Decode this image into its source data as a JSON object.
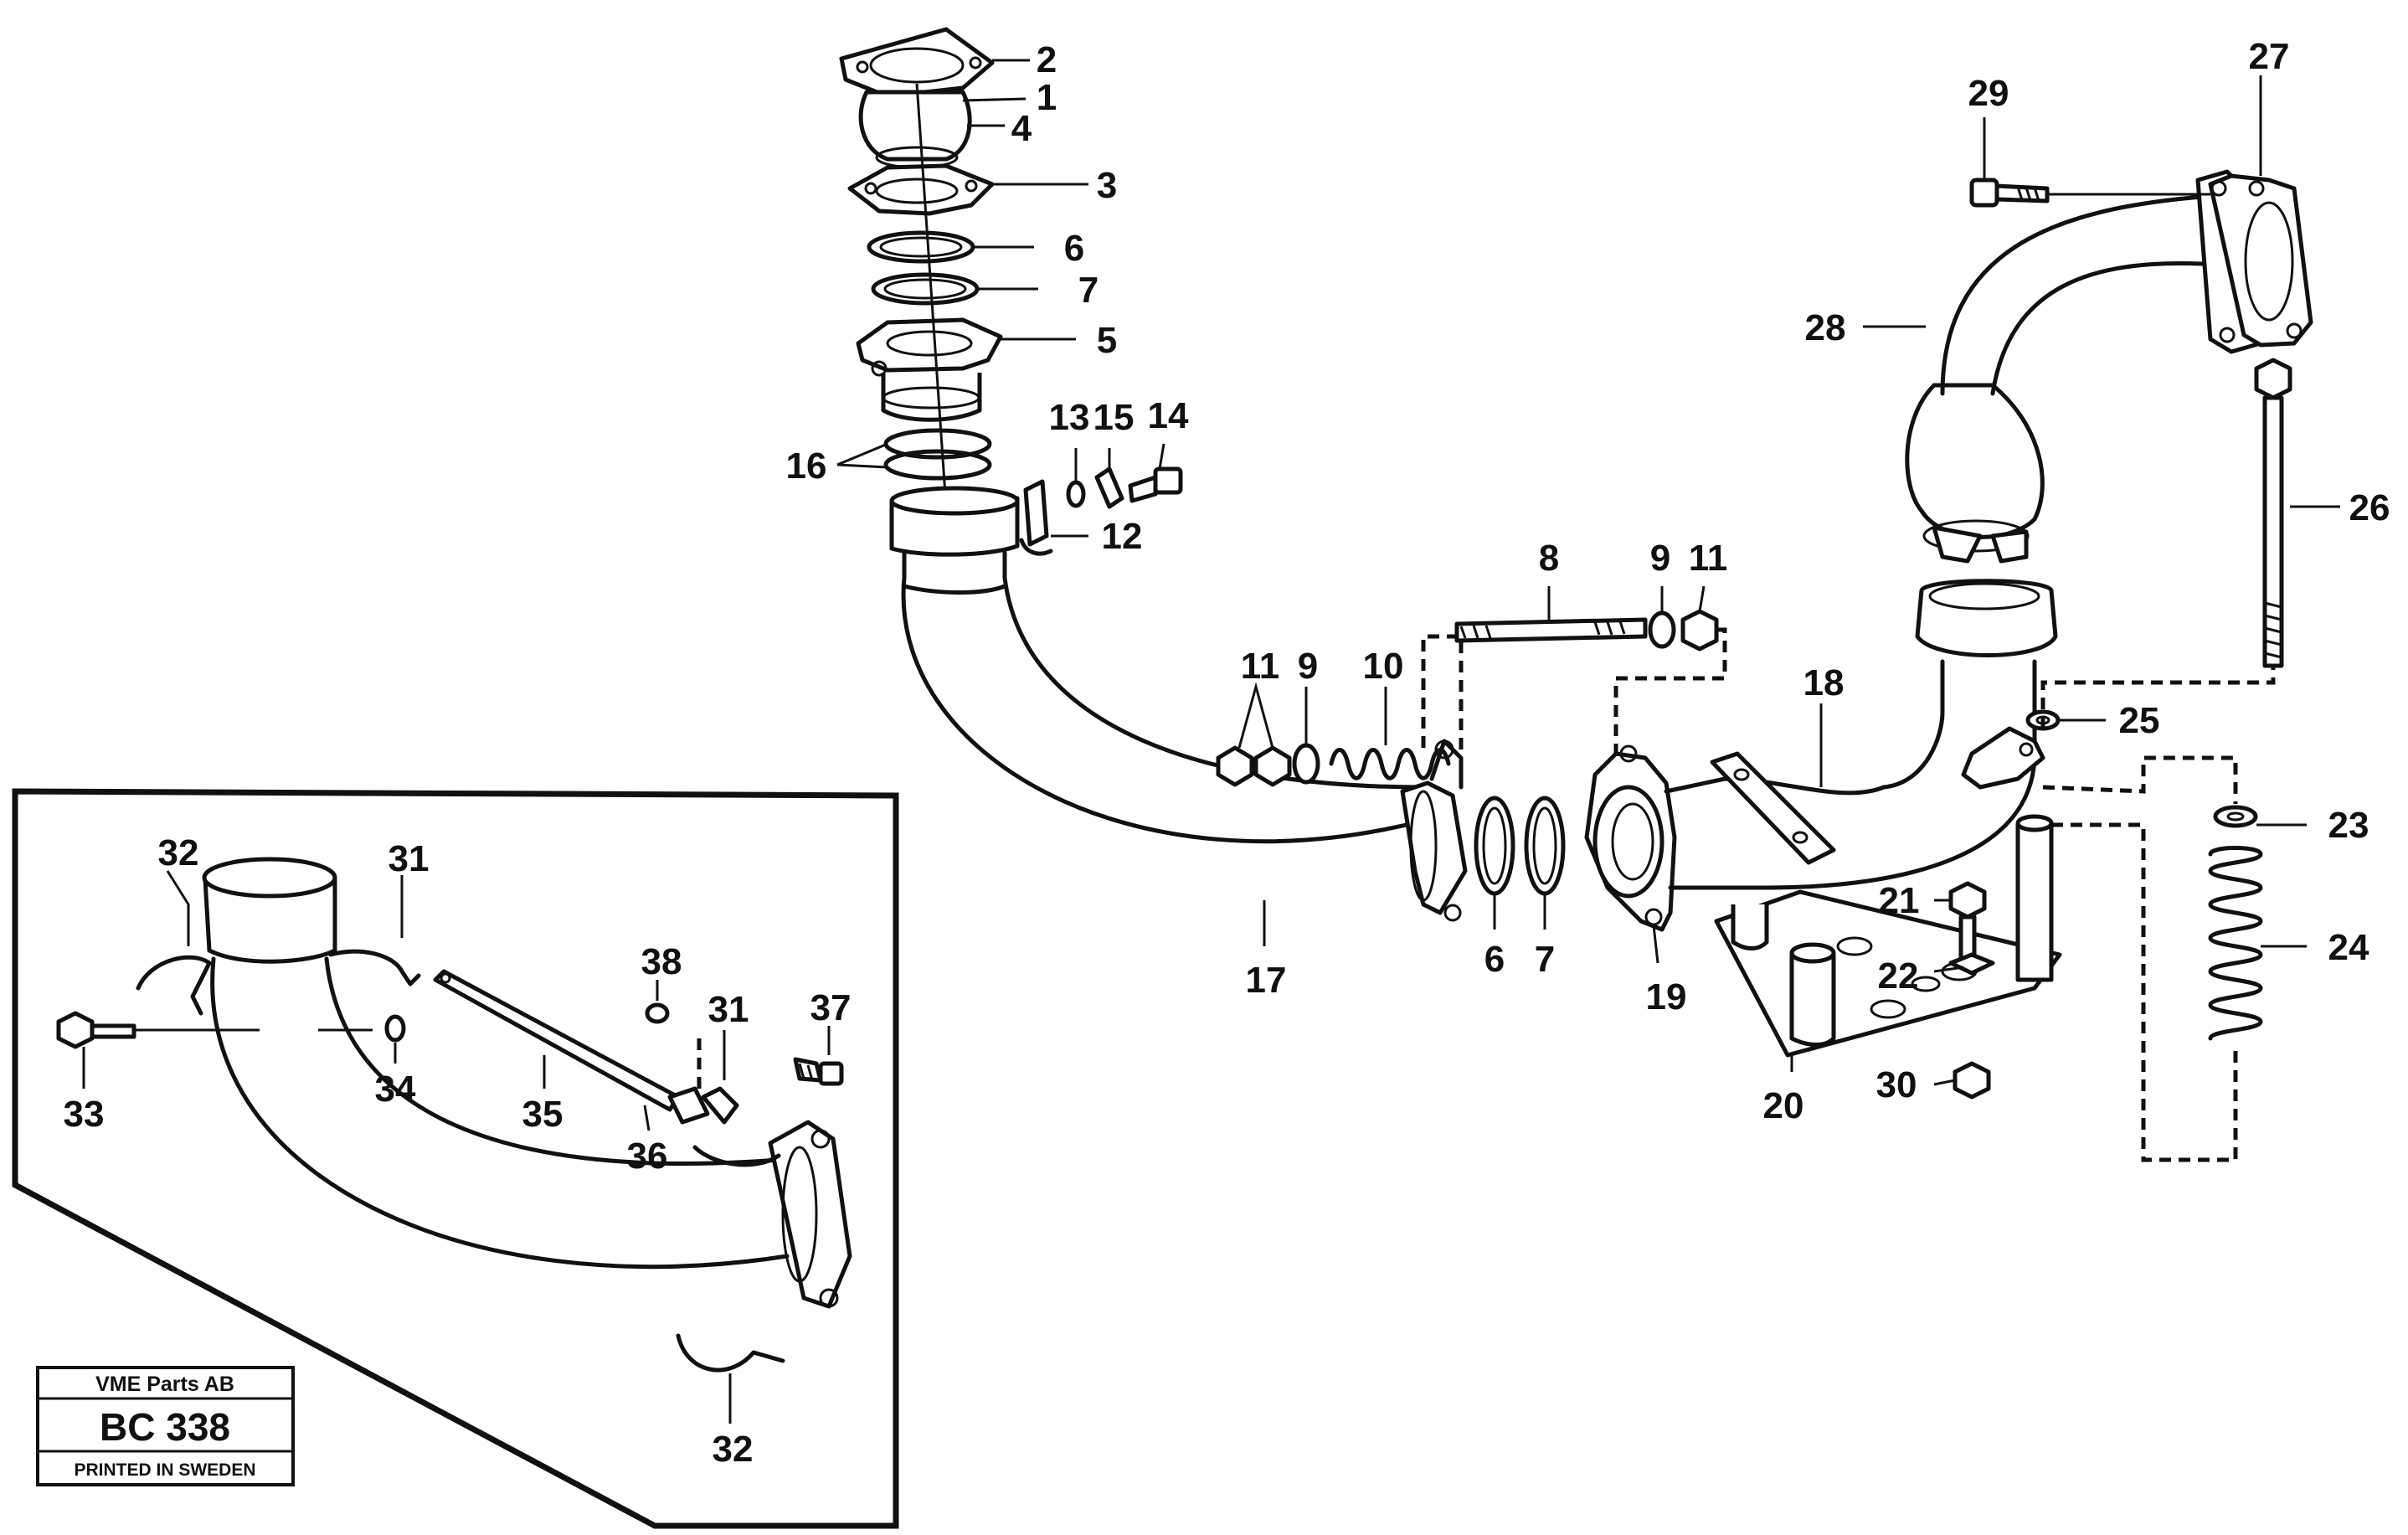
{
  "labels": {
    "l1": "1",
    "l2": "2",
    "l3": "3",
    "l4": "4",
    "l5": "5",
    "l6a": "6",
    "l6b": "6",
    "l7a": "7",
    "l7b": "7",
    "l8": "8",
    "l9a": "9",
    "l9b": "9",
    "l10": "10",
    "l11a": "11",
    "l11b": "11",
    "l12": "12",
    "l13": "13",
    "l14": "14",
    "l15": "15",
    "l16": "16",
    "l17": "17",
    "l18": "18",
    "l19": "19",
    "l20": "20",
    "l21": "21",
    "l22": "22",
    "l23": "23",
    "l24": "24",
    "l25": "25",
    "l26": "26",
    "l27": "27",
    "l28": "28",
    "l29": "29",
    "l30": "30",
    "l31a": "31",
    "l31b": "31",
    "l32a": "32",
    "l32b": "32",
    "l33": "33",
    "l34": "34",
    "l35": "35",
    "l36": "36",
    "l37": "37",
    "l38": "38"
  },
  "stamp": {
    "company": "VME Parts AB",
    "code": "BC 338",
    "printed": "PRINTED IN SWEDEN"
  }
}
